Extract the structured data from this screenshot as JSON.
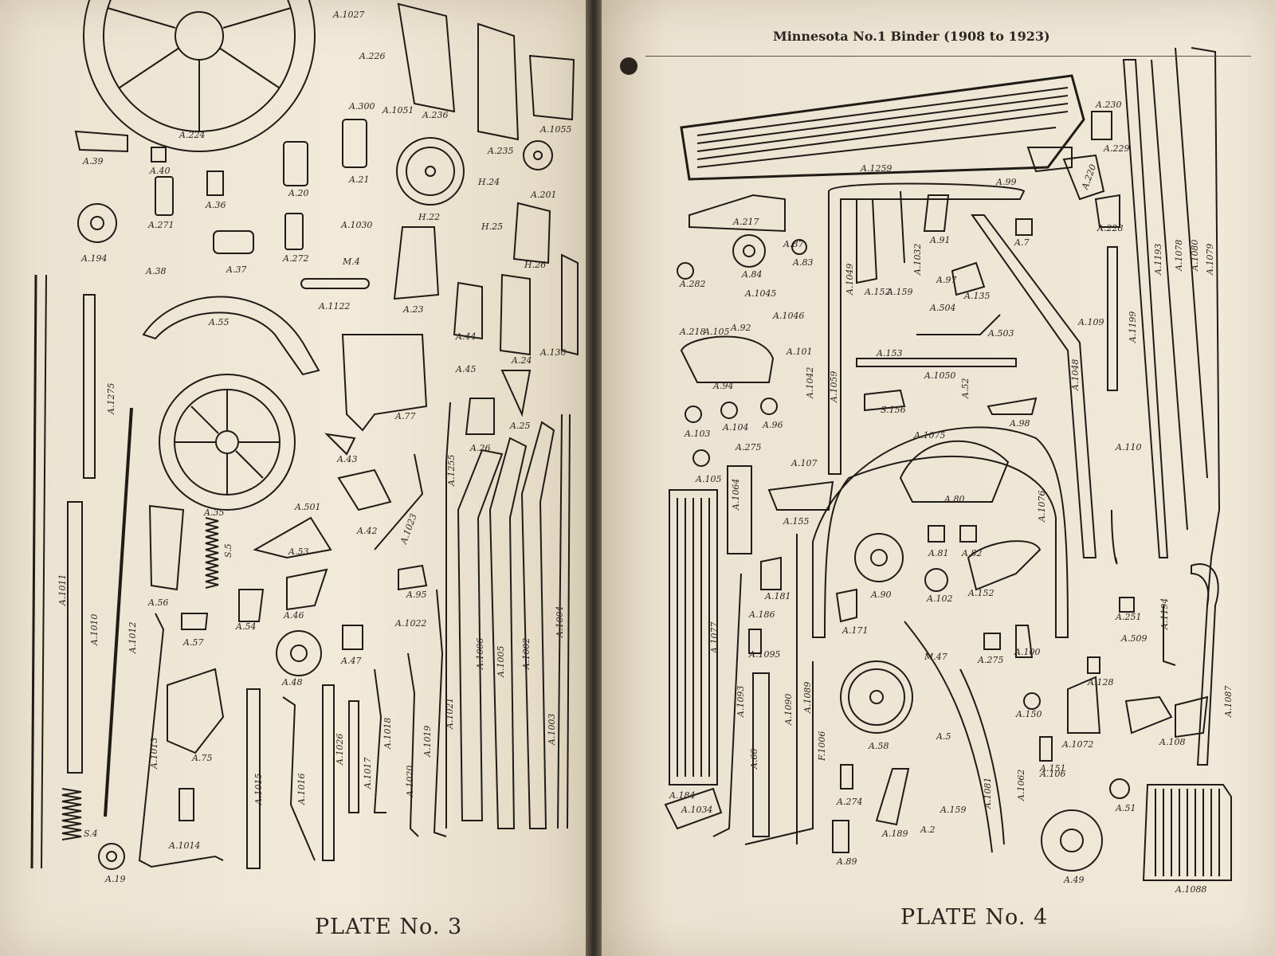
{
  "header": {
    "title": "Minnesota No.1 Binder (1908 to 1923)"
  },
  "plates": {
    "left": {
      "caption": "PLATE No. 3"
    },
    "right": {
      "caption": "PLATE No. 4"
    }
  },
  "left_labels": [
    "A.1027",
    "A.226",
    "A.236",
    "A.224",
    "A.235",
    "A.39",
    "A.40",
    "A.20",
    "A.21",
    "A.36",
    "A.300",
    "A.1051",
    "A.1055",
    "H.24",
    "A.201",
    "H.22",
    "A.271",
    "A.1030",
    "A.194",
    "A.38",
    "A.37",
    "A.272",
    "M.4",
    "H.25",
    "A.23",
    "A.1122",
    "H.26",
    "A.55",
    "A.44",
    "A.130",
    "A.45",
    "A.24",
    "A.1275",
    "A.77",
    "A.26",
    "A.25",
    "A.43",
    "A.35",
    "A.501",
    "A.42",
    "A.1255",
    "A.1023",
    "A.53",
    "A.56",
    "S.5",
    "A.95",
    "A.46",
    "A.1022",
    "A.1011",
    "A.1010",
    "A.1012",
    "A.57",
    "A.54",
    "A.47",
    "A.48",
    "A.1006",
    "A.1005",
    "A.1002",
    "A.1003",
    "A.1004",
    "A.1021",
    "A.1013",
    "A.75",
    "A.1015",
    "A.1016",
    "A.1026",
    "A.1017",
    "A.1018",
    "A.1020",
    "A.1019",
    "A.1014",
    "S.4",
    "A.19"
  ],
  "right_labels": [
    "A.1259",
    "A.99",
    "A.229",
    "A.230",
    "A.217",
    "A.220",
    "A.83",
    "A.84",
    "A.228",
    "A.87",
    "A.282",
    "A.1049",
    "A.1032",
    "A.91",
    "A.97",
    "A.7",
    "A.1045",
    "A.152",
    "A.159",
    "A.504",
    "A.135",
    "A.1046",
    "A.218",
    "A.105",
    "A.92",
    "A.101",
    "A.109",
    "A.153",
    "A.503",
    "A.1199",
    "A.1193",
    "A.1078",
    "A.1080",
    "A.1079",
    "A.1048",
    "A.94",
    "A.1050",
    "A.1059",
    "A.1042",
    "A.52",
    "S.156",
    "A.98",
    "A.103",
    "A.104",
    "A.96",
    "A.275",
    "A.107",
    "A.1075",
    "A.110",
    "A.105",
    "A.1064",
    "A.80",
    "A.155",
    "A.1076",
    "A.81",
    "A.82",
    "A.1077",
    "A.181",
    "A.90",
    "A.102",
    "A.152",
    "A.186",
    "A.171",
    "A.251",
    "A.1194",
    "A.1095",
    "M.47",
    "A.275",
    "A.100",
    "A.509",
    "A.128",
    "A.1093",
    "A.1090",
    "A.1089",
    "A.58",
    "A.150",
    "A.1072",
    "A.108",
    "A.1087",
    "A.5",
    "A.60",
    "F.1006",
    "A.106",
    "A.1081",
    "A.1062",
    "A.151",
    "A.274",
    "A.189",
    "A.2",
    "A.159",
    "A.184",
    "A.1034",
    "A.89",
    "A.51",
    "A.49",
    "A.1088"
  ]
}
